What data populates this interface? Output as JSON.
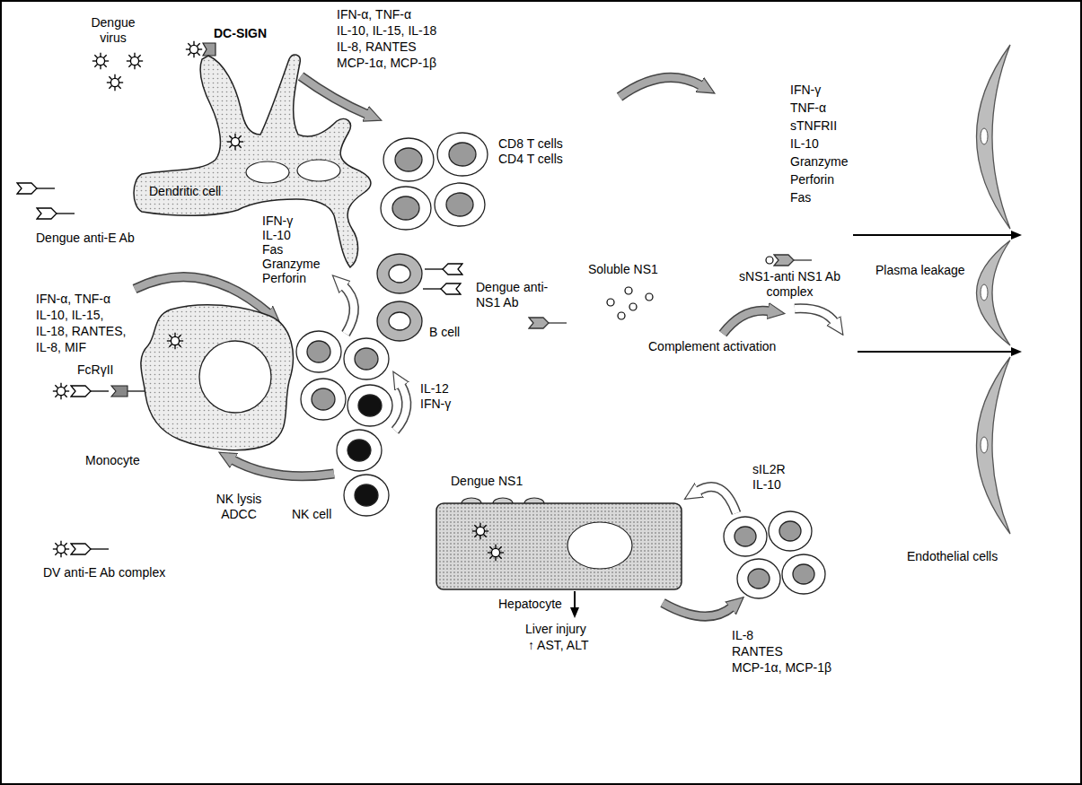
{
  "diagram": {
    "nodes": [
      {
        "text": [
          "Dendritic cell"
        ]
      },
      {
        "text": [
          "Monocyte"
        ]
      },
      {
        "text": [
          "Hepatocyte"
        ]
      }
    ],
    "labels": [
      "Dengue virus",
      "IFN-α, TNF-α",
      "IL-10, IL-15, IL-18",
      "IL-8, RANTES",
      "MCP-1α, MCP-1β",
      "DC-SIGN",
      "CD8 T cells CD4 T cells",
      "IFN-γ",
      "TNF-α",
      "sTNFRII",
      "IL-10",
      "Granzyme",
      "Perforin",
      "Fas",
      "Dengue anti-E Ab",
      "IFN-γ",
      "IL-10",
      "Fas",
      "Granzyme",
      "Perforin",
      "B cell",
      "Dengue anti-NS1 Ab",
      "Soluble NS1",
      "sNS1-anti NS1 Ab complex",
      "Plasma leakage",
      "IFN-α, TNF-α",
      "IL-10, IL-15,",
      "IL-18, RANTES,",
      "IL-8, MIF",
      "FcRγII",
      "IL-12 IFN-γ",
      "Complement activation",
      "Dengue NS1",
      "sIL2R IL-10",
      "NK lysis ADCC",
      "NK cell",
      "Liver injury",
      "↑ AST, ALT",
      "Endothelial cells",
      "IL-8",
      "RANTES",
      "MCP-1α, MCP-1β",
      "DV anti-E Ab complex"
    ]
  }
}
